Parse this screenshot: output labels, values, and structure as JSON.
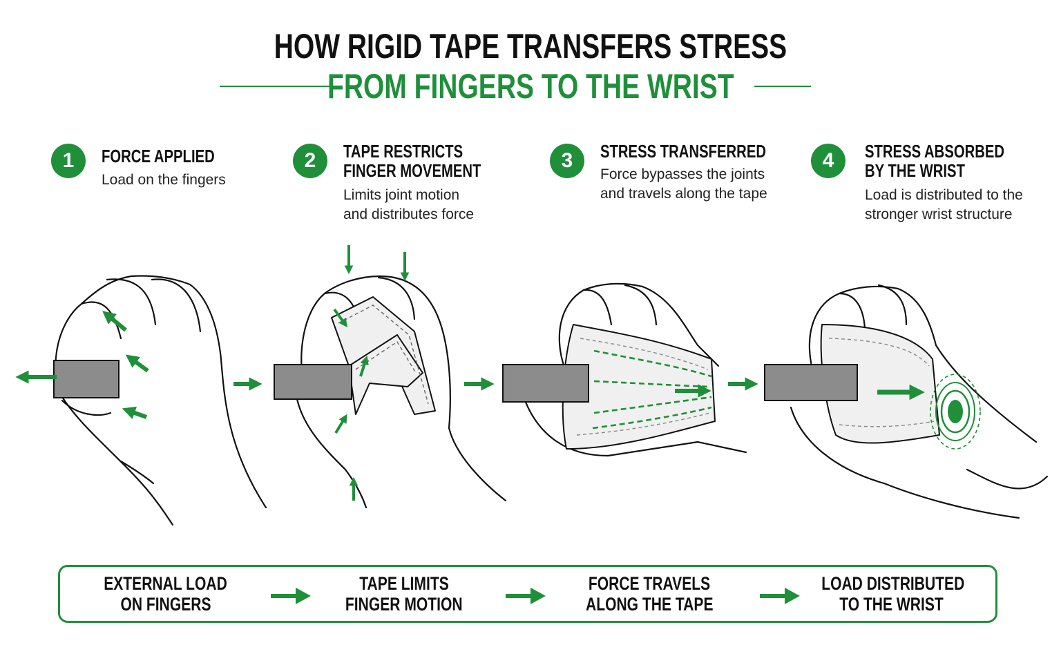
{
  "title": {
    "line1": "HOW RIGID TAPE TRANSFERS STRESS",
    "line2": "FROM FINGERS TO THE WRIST"
  },
  "steps": [
    {
      "number": "1",
      "title_lines": [
        "FORCE APPLIED"
      ],
      "desc_lines": [
        "Load on the fingers"
      ]
    },
    {
      "number": "2",
      "title_lines": [
        "TAPE RESTRICTS",
        "FINGER MOVEMENT"
      ],
      "desc_lines": [
        "Limits joint motion",
        "and distributes force"
      ]
    },
    {
      "number": "3",
      "title_lines": [
        "STRESS TRANSFERRED"
      ],
      "desc_lines": [
        "Force bypasses the joints",
        "and travels along the tape"
      ]
    },
    {
      "number": "4",
      "title_lines": [
        "STRESS ABSORBED",
        "BY THE WRIST"
      ],
      "desc_lines": [
        "Load is distributed to the",
        "stronger wrist structure"
      ]
    }
  ],
  "flow": [
    {
      "lines": [
        "EXTERNAL LOAD",
        "ON FINGERS"
      ]
    },
    {
      "lines": [
        "TAPE LIMITS",
        "FINGER MOTION"
      ]
    },
    {
      "lines": [
        "FORCE TRAVELS",
        "ALONG THE TAPE"
      ]
    },
    {
      "lines": [
        "LOAD DISTRIBUTED",
        "TO THE WRIST"
      ]
    }
  ],
  "colors": {
    "accent": "#1f8f3a",
    "bar": "#8c8c8c",
    "line": "#111111"
  },
  "icons": [
    "hand-gripping-bar",
    "taped-hand",
    "force-arrow",
    "wrist-target"
  ]
}
